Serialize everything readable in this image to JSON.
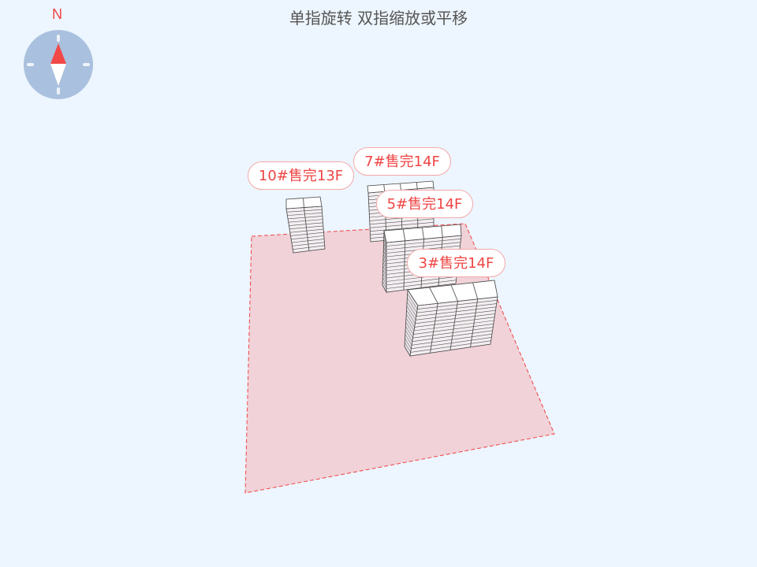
{
  "hint": "单指旋转 双指缩放或平移",
  "compass": {
    "north_label": "N"
  },
  "colors": {
    "label_text": "#ef4444",
    "ground_fill": "#f0d2d8",
    "ground_border": "#ef4444"
  },
  "buildings": [
    {
      "label": "10#售完13F",
      "floors": 13,
      "units": 2
    },
    {
      "label": "7#售完14F",
      "floors": 14,
      "units": 4
    },
    {
      "label": "5#售完14F",
      "floors": 14,
      "units": 4
    },
    {
      "label": "3#售完14F",
      "floors": 14,
      "units": 4
    }
  ]
}
